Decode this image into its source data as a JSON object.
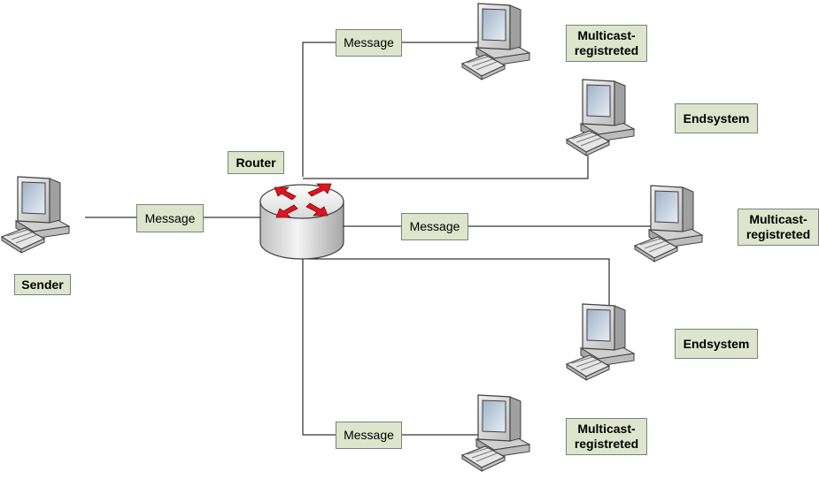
{
  "diagram": {
    "router_label": "Router",
    "sender_label": "Sender",
    "message_label": "Message",
    "endsystem_label": "Endsystem",
    "multicast_label": "Multicast-\nregistreted"
  },
  "colors": {
    "label_bg": "#dde5cc",
    "label_border": "#7f7f7f",
    "line": "#000000",
    "router_arrows": "#e0141e",
    "router_body": "#e9e9e9"
  }
}
